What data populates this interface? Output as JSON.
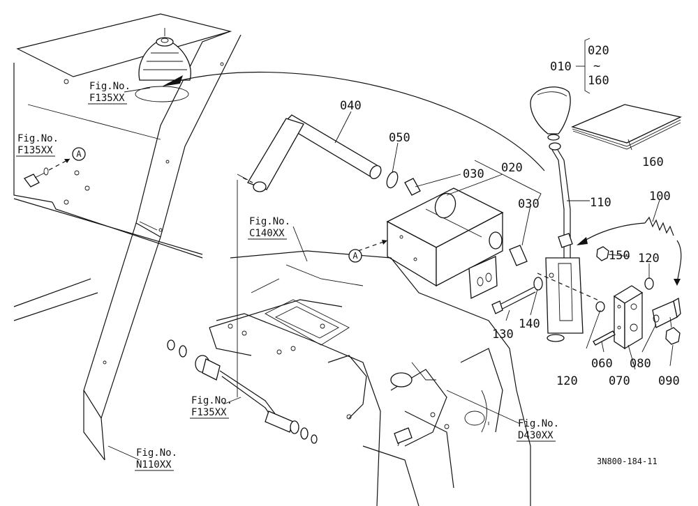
{
  "parts": [
    {
      "id": "p010",
      "text": "010"
    },
    {
      "id": "p020a",
      "text": "020"
    },
    {
      "id": "tilde",
      "text": "~"
    },
    {
      "id": "p160a",
      "text": "160"
    },
    {
      "id": "p020b",
      "text": "020"
    },
    {
      "id": "p030a",
      "text": "030"
    },
    {
      "id": "p030b",
      "text": "030"
    },
    {
      "id": "p040",
      "text": "040"
    },
    {
      "id": "p050",
      "text": "050"
    },
    {
      "id": "p060",
      "text": "060"
    },
    {
      "id": "p070",
      "text": "070"
    },
    {
      "id": "p080",
      "text": "080"
    },
    {
      "id": "p090",
      "text": "090"
    },
    {
      "id": "p100",
      "text": "100"
    },
    {
      "id": "p110",
      "text": "110"
    },
    {
      "id": "p120a",
      "text": "120"
    },
    {
      "id": "p120b",
      "text": "120"
    },
    {
      "id": "p130",
      "text": "130"
    },
    {
      "id": "p140",
      "text": "140"
    },
    {
      "id": "p150",
      "text": "150"
    },
    {
      "id": "p160b",
      "text": "160"
    }
  ],
  "figrefs": [
    {
      "id": "f1",
      "line1": "Fig.No.",
      "line2": "F135XX"
    },
    {
      "id": "f2",
      "line1": "Fig.No.",
      "line2": "F135XX"
    },
    {
      "id": "f3",
      "line1": "Fig.No.",
      "line2": "C140XX"
    },
    {
      "id": "f4",
      "line1": "Fig.No.",
      "line2": "F135XX"
    },
    {
      "id": "f5",
      "line1": "Fig.No.",
      "line2": "D430XX"
    },
    {
      "id": "f6",
      "line1": "Fig.No.",
      "line2": "N110XX"
    }
  ],
  "markers": [
    {
      "id": "mA1",
      "text": "A"
    },
    {
      "id": "mA2",
      "text": "A"
    }
  ],
  "drawing_code": "3N800-184-11"
}
